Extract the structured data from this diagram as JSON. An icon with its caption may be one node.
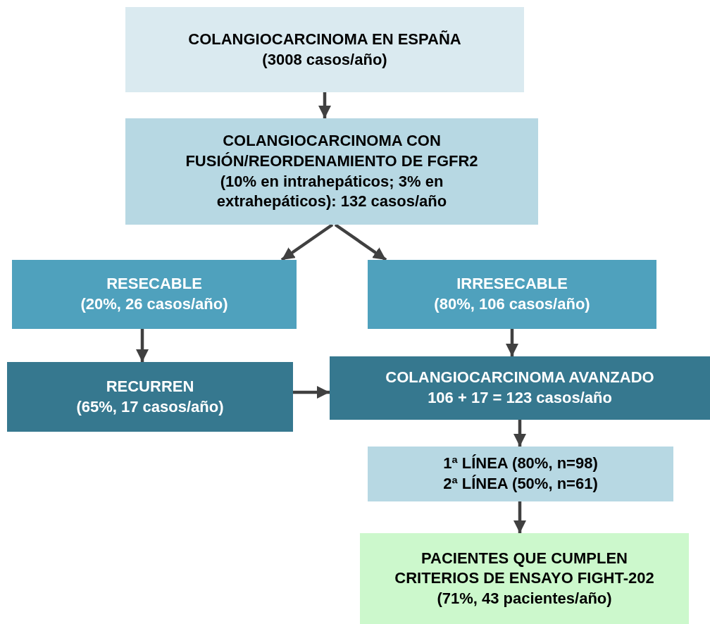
{
  "diagram": {
    "nodes": [
      {
        "text": [
          "COLANGIOCARCINOMA EN ESPAÑA",
          "(3008 casos/año)"
        ]
      },
      {
        "text": [
          "COLANGIOCARCINOMA CON FUSIÓN/REORDENAMIENTO DE FGFR2",
          "(10% en intrahepáticos; 3% en extrahepáticos): 132 casos/año"
        ]
      },
      {
        "text": [
          "RESECABLE",
          "(20%, 26 casos/año)"
        ]
      },
      {
        "text": [
          "IRRESECABLE",
          "(80%, 106 casos/año)"
        ]
      },
      {
        "text": [
          "RECURREN",
          "(65%, 17 casos/año)"
        ]
      },
      {
        "text": [
          "COLANGIOCARCINOMA AVANZADO",
          "106 + 17 = 123 casos/año"
        ]
      },
      {
        "text": [
          "1ª LÍNEA (80%, n=98)",
          "2ª LÍNEA (50%, n=61)"
        ]
      },
      {
        "text": [
          "PACIENTES QUE CUMPLEN CRITERIOS DE ENSAYO FIGHT-202",
          "(71%, 43 pacientes/año)"
        ]
      }
    ],
    "edges": [
      {
        "from": 0,
        "to": 1,
        "arrow": "to"
      },
      {
        "from": 1,
        "to": 2,
        "arrow": "to"
      },
      {
        "from": 1,
        "to": 3,
        "arrow": "to"
      },
      {
        "from": 2,
        "to": 4,
        "arrow": "to"
      },
      {
        "from": 4,
        "to": 5,
        "arrow": "to"
      },
      {
        "from": 3,
        "to": 5,
        "arrow": "to"
      },
      {
        "from": 5,
        "to": 6,
        "arrow": "to"
      },
      {
        "from": 6,
        "to": 7,
        "arrow": "to"
      }
    ]
  }
}
